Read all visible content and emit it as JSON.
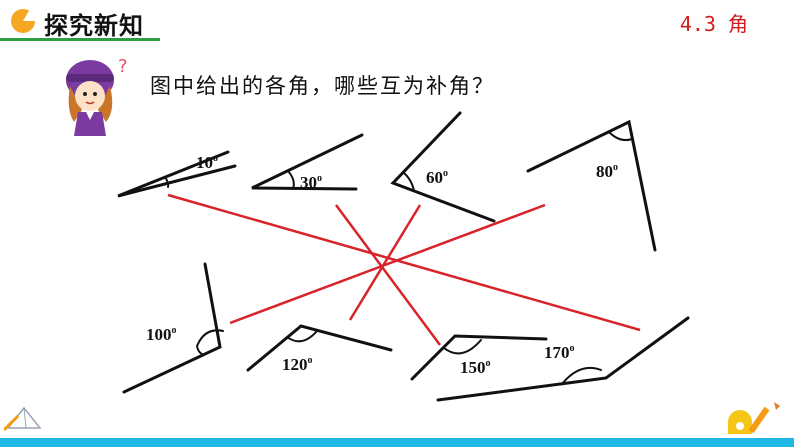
{
  "header": {
    "section_title": "探究新知",
    "lesson_title": "4.3 角",
    "accent_color": "#2e9e43",
    "lesson_color": "#d11d1d",
    "icon": "pie-icon"
  },
  "main": {
    "question": "图中给出的各角，哪些互为补角？",
    "character_icon": "girl-thinking-icon",
    "angles": [
      {
        "label_base": "10",
        "label_sup": "o"
      },
      {
        "label_base": "30",
        "label_sup": "o"
      },
      {
        "label_base": "60",
        "label_sup": "o"
      },
      {
        "label_base": "80",
        "label_sup": "o"
      },
      {
        "label_base": "100",
        "label_sup": "o"
      },
      {
        "label_base": "120",
        "label_sup": "o"
      },
      {
        "label_base": "150",
        "label_sup": "o"
      },
      {
        "label_base": "170",
        "label_sup": "o"
      }
    ],
    "pair_line_color": "#d8232a"
  },
  "footer": {
    "bar_color": "#20b8e6",
    "left_icon": "pyramid-logo-icon",
    "right_icon": "ruler-pencil-icon"
  }
}
